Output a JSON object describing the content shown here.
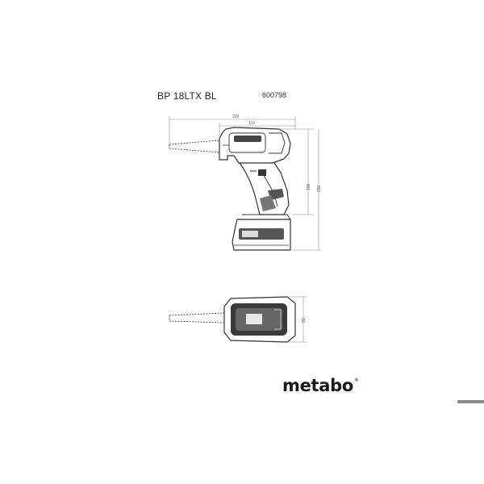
{
  "header": {
    "model": "BP 18LTX BL",
    "article_number": "600798"
  },
  "dimensions": {
    "overall_length": "229",
    "body_length": "131",
    "handle_height": "196",
    "overall_height": "250",
    "width": "93"
  },
  "brand": {
    "logo_text": "metabo",
    "registered_mark": "®"
  },
  "colors": {
    "line": "#333333",
    "dim_line": "#888888",
    "bar": "#8a8a8a"
  }
}
